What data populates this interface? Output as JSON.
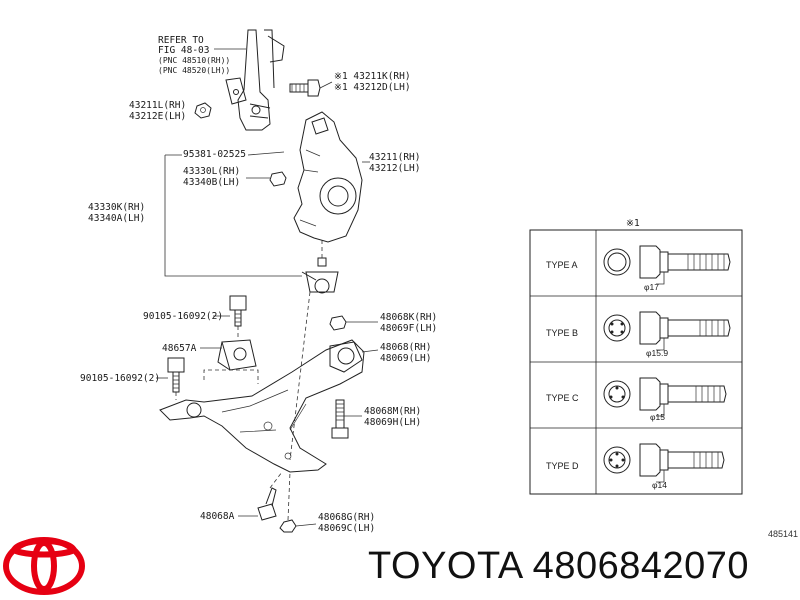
{
  "diagram": {
    "reference_note": {
      "line1": "REFER TO",
      "line2": "FIG 48-03",
      "line3": "(PNC 48510(RH))",
      "line4": "(PNC 48520(LH))"
    },
    "callouts": {
      "bolt_rh": "※1 43211K(RH)",
      "bolt_lh": "※1 43212D(LH)",
      "nut_rh": "43211L(RH)",
      "nut_lh": "43212E(LH)",
      "pin": "95381-02525",
      "knuckle_rh": "43211(RH)",
      "knuckle_lh": "43212(LH)",
      "nut2_rh": "43330L(RH)",
      "nut2_lh": "43340B(LH)",
      "ball_joint_rh": "43330K(RH)",
      "ball_joint_lh": "43340A(LH)",
      "bolt_upper": "90105-16092(2)",
      "bracket": "48657A",
      "bolt_lower": "90105-16092(2)",
      "nut3_rh": "48068K(RH)",
      "nut3_lh": "48069F(LH)",
      "arm_rh": "48068(RH)",
      "arm_lh": "48069(LH)",
      "bolt2_rh": "48068M(RH)",
      "bolt2_lh": "48069H(LH)",
      "bushing": "48068A",
      "nut4_rh": "48068G(RH)",
      "nut4_lh": "48069C(LH)"
    },
    "legend": {
      "marker": "※1",
      "types": [
        {
          "label": "TYPE A",
          "dimension": "φ17"
        },
        {
          "label": "TYPE B",
          "dimension": "φ15.9"
        },
        {
          "label": "TYPE C",
          "dimension": "φ15"
        },
        {
          "label": "TYPE D",
          "dimension": "φ14"
        }
      ]
    },
    "catalog_number": "485141"
  },
  "brand": {
    "name": "TOYOTA",
    "part_number": "4806842070",
    "caption": "TOYOTA 4806842070",
    "logo_color": "#e60012"
  }
}
